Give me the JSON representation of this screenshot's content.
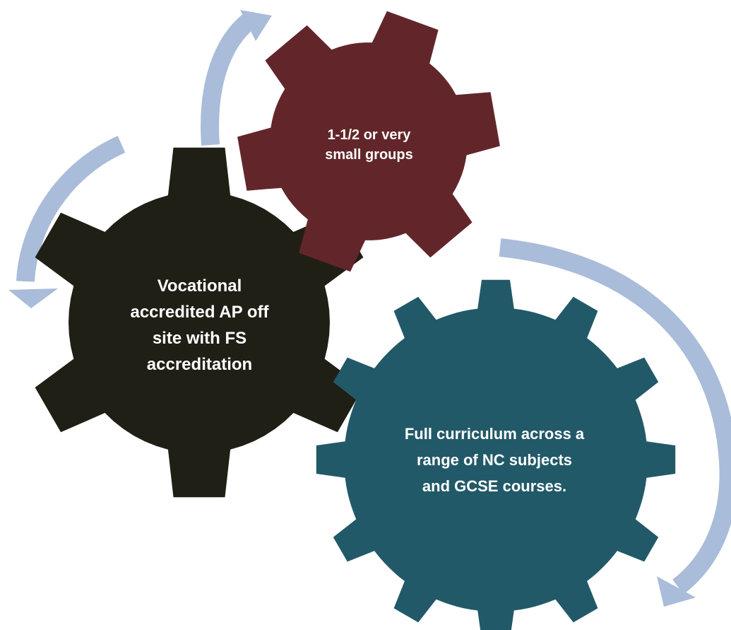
{
  "gears": [
    {
      "id": "maroon",
      "label": "1-1/2  or very\nsmall groups",
      "color": "#62262a"
    },
    {
      "id": "black",
      "label": "Vocational\naccredited AP off\nsite with FS\naccreditation",
      "color": "#201f15"
    },
    {
      "id": "teal",
      "label": "Full curriculum across a\nrange of NC subjects\nand GCSE courses.",
      "color": "#225968"
    }
  ],
  "arrow_color": "#a9bcd9"
}
